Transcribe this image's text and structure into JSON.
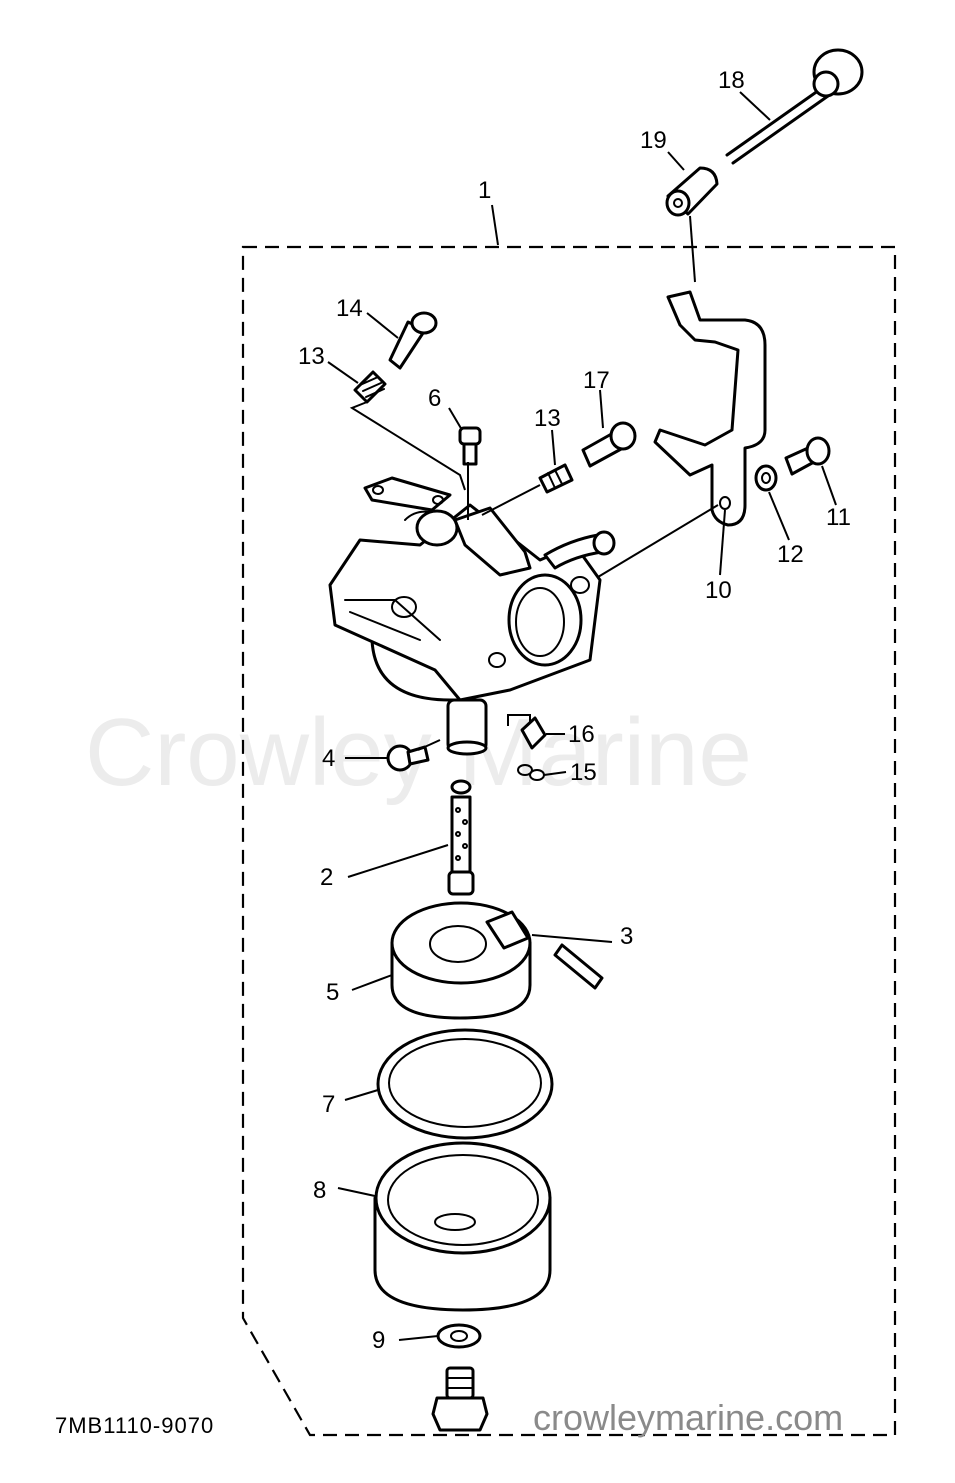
{
  "watermark": "Crowley Marine",
  "drawing_code": "7MB1110-9070",
  "site": "crowleymarine.com",
  "callouts": {
    "c1": "1",
    "c2": "2",
    "c3": "3",
    "c4": "4",
    "c5": "5",
    "c6": "6",
    "c7": "7",
    "c8": "8",
    "c9": "9",
    "c10": "10",
    "c11": "11",
    "c12": "12",
    "c13a": "13",
    "c13b": "13",
    "c14": "14",
    "c15": "15",
    "c16": "16",
    "c17": "17",
    "c18": "18",
    "c19": "19"
  }
}
